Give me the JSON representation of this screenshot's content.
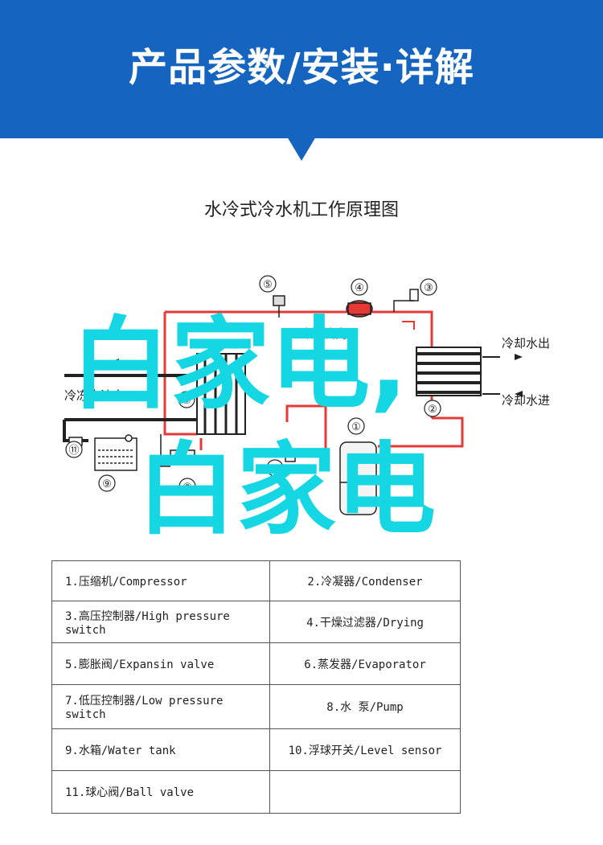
{
  "banner": {
    "title": "产品参数/安装·详解"
  },
  "diagram": {
    "title": "水冷式冷水机工作原理图",
    "markers": [
      "①",
      "②",
      "③",
      "④",
      "⑤",
      "⑥",
      "⑦",
      "⑧",
      "⑨",
      "⑪"
    ],
    "labels": {
      "refrigerant_flow": "冷媒流向",
      "cooling_water_out": "冷却水出",
      "cooling_water_in": "冷却水进",
      "chilled_water_flow": "冷冻水流向"
    }
  },
  "watermark": {
    "line1": "白家电,",
    "line2": "白家电"
  },
  "parts_table": {
    "rows": [
      [
        "1.压缩机/Compressor",
        "2.冷凝器/Condenser"
      ],
      [
        "3.高压控制器/High pressure switch",
        "4.干燥过滤器/Drying"
      ],
      [
        "5.膨胀阀/Expansin valve",
        "6.蒸发器/Evaporator"
      ],
      [
        "7.低压控制器/Low pressure switch",
        "8.水 泵/Pump"
      ],
      [
        "9.水箱/Water tank",
        "10.浮球开关/Level sensor"
      ],
      [
        "11.球心阀/Ball valve",
        ""
      ]
    ]
  },
  "colors": {
    "banner": "#1565c0",
    "pipe": "#e53935",
    "watermark": "#15d6e3"
  }
}
